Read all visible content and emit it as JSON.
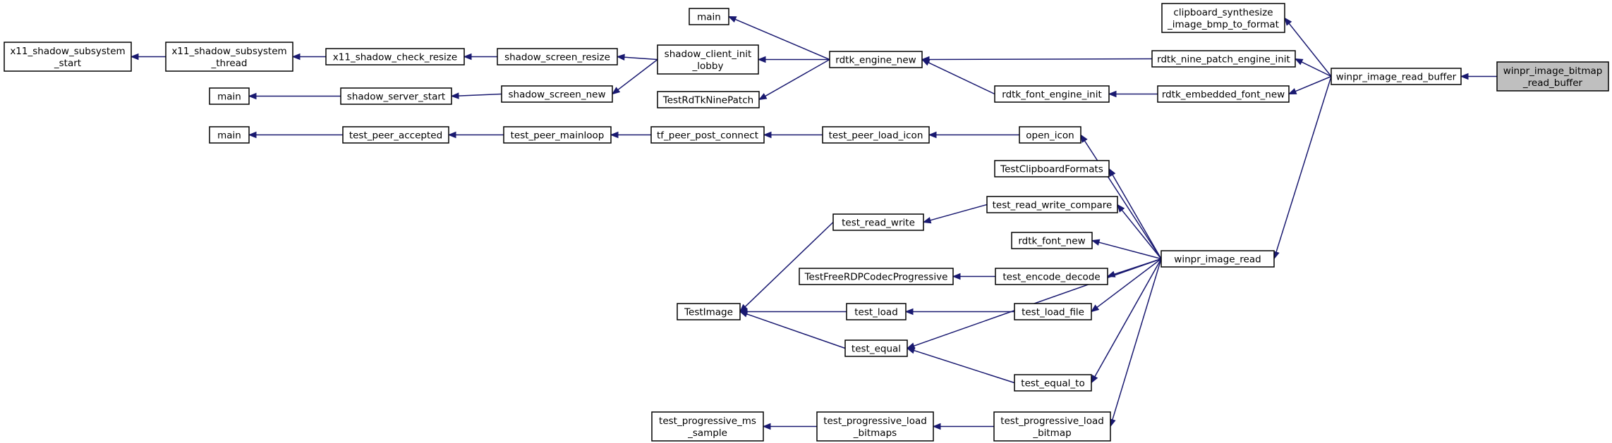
{
  "nodes": [
    {
      "id": "winpr_image_bitmap_read_buffer",
      "lines": [
        "winpr_image_bitmap",
        "_read_buffer"
      ],
      "root": true
    },
    {
      "id": "winpr_image_read_buffer",
      "lines": [
        "winpr_image_read_buffer"
      ]
    },
    {
      "id": "clipboard_synthesize_image_bmp_to_format",
      "lines": [
        "clipboard_synthesize",
        "_image_bmp_to_format"
      ]
    },
    {
      "id": "rdtk_nine_patch_engine_init",
      "lines": [
        "rdtk_nine_patch_engine_init"
      ]
    },
    {
      "id": "rdtk_embedded_font_new",
      "lines": [
        "rdtk_embedded_font_new"
      ]
    },
    {
      "id": "winpr_image_read",
      "lines": [
        "winpr_image_read"
      ]
    },
    {
      "id": "rdtk_engine_new",
      "lines": [
        "rdtk_engine_new"
      ]
    },
    {
      "id": "rdtk_font_engine_init",
      "lines": [
        "rdtk_font_engine_init"
      ]
    },
    {
      "id": "main_1",
      "lines": [
        "main"
      ]
    },
    {
      "id": "shadow_client_init_lobby",
      "lines": [
        "shadow_client_init",
        "_lobby"
      ]
    },
    {
      "id": "TestRdTkNinePatch",
      "lines": [
        "TestRdTkNinePatch"
      ]
    },
    {
      "id": "shadow_screen_resize",
      "lines": [
        "shadow_screen_resize"
      ]
    },
    {
      "id": "shadow_screen_new",
      "lines": [
        "shadow_screen_new"
      ]
    },
    {
      "id": "x11_shadow_check_resize",
      "lines": [
        "x11_shadow_check_resize"
      ]
    },
    {
      "id": "x11_shadow_subsystem_thread",
      "lines": [
        "x11_shadow_subsystem",
        "_thread"
      ]
    },
    {
      "id": "x11_shadow_subsystem_start",
      "lines": [
        "x11_shadow_subsystem",
        "_start"
      ]
    },
    {
      "id": "shadow_server_start",
      "lines": [
        "shadow_server_start"
      ]
    },
    {
      "id": "main_2",
      "lines": [
        "main"
      ]
    },
    {
      "id": "open_icon",
      "lines": [
        "open_icon"
      ]
    },
    {
      "id": "test_peer_load_icon",
      "lines": [
        "test_peer_load_icon"
      ]
    },
    {
      "id": "tf_peer_post_connect",
      "lines": [
        "tf_peer_post_connect"
      ]
    },
    {
      "id": "test_peer_mainloop",
      "lines": [
        "test_peer_mainloop"
      ]
    },
    {
      "id": "test_peer_accepted",
      "lines": [
        "test_peer_accepted"
      ]
    },
    {
      "id": "main_3",
      "lines": [
        "main"
      ]
    },
    {
      "id": "TestClipboardFormats",
      "lines": [
        "TestClipboardFormats"
      ]
    },
    {
      "id": "test_read_write_compare",
      "lines": [
        "test_read_write_compare"
      ]
    },
    {
      "id": "test_read_write",
      "lines": [
        "test_read_write"
      ]
    },
    {
      "id": "rdtk_font_new",
      "lines": [
        "rdtk_font_new"
      ]
    },
    {
      "id": "test_encode_decode",
      "lines": [
        "test_encode_decode"
      ]
    },
    {
      "id": "TestFreeRDPCodecProgressive",
      "lines": [
        "TestFreeRDPCodecProgressive"
      ]
    },
    {
      "id": "test_load_file",
      "lines": [
        "test_load_file"
      ]
    },
    {
      "id": "test_load",
      "lines": [
        "test_load"
      ]
    },
    {
      "id": "TestImage",
      "lines": [
        "TestImage"
      ]
    },
    {
      "id": "test_equal",
      "lines": [
        "test_equal"
      ]
    },
    {
      "id": "test_equal_to",
      "lines": [
        "test_equal_to"
      ]
    },
    {
      "id": "test_progressive_load_bitmap",
      "lines": [
        "test_progressive_load",
        "_bitmap"
      ]
    },
    {
      "id": "test_progressive_load_bitmaps",
      "lines": [
        "test_progressive_load",
        "_bitmaps"
      ]
    },
    {
      "id": "test_progressive_ms_sample",
      "lines": [
        "test_progressive_ms",
        "_sample"
      ]
    }
  ],
  "edges": [
    {
      "from": "winpr_image_read_buffer",
      "to": "winpr_image_bitmap_read_buffer"
    },
    {
      "from": "clipboard_synthesize_image_bmp_to_format",
      "to": "winpr_image_read_buffer"
    },
    {
      "from": "rdtk_nine_patch_engine_init",
      "to": "winpr_image_read_buffer"
    },
    {
      "from": "rdtk_embedded_font_new",
      "to": "winpr_image_read_buffer"
    },
    {
      "from": "winpr_image_read",
      "to": "winpr_image_read_buffer"
    },
    {
      "from": "rdtk_engine_new",
      "to": "rdtk_nine_patch_engine_init"
    },
    {
      "from": "rdtk_font_engine_init",
      "to": "rdtk_embedded_font_new"
    },
    {
      "from": "rdtk_engine_new",
      "to": "rdtk_font_engine_init"
    },
    {
      "from": "main_1",
      "to": "rdtk_engine_new"
    },
    {
      "from": "shadow_client_init_lobby",
      "to": "rdtk_engine_new"
    },
    {
      "from": "TestRdTkNinePatch",
      "to": "rdtk_engine_new"
    },
    {
      "from": "shadow_screen_resize",
      "to": "shadow_client_init_lobby"
    },
    {
      "from": "shadow_screen_new",
      "to": "shadow_client_init_lobby"
    },
    {
      "from": "x11_shadow_check_resize",
      "to": "shadow_screen_resize"
    },
    {
      "from": "x11_shadow_subsystem_thread",
      "to": "x11_shadow_check_resize"
    },
    {
      "from": "x11_shadow_subsystem_start",
      "to": "x11_shadow_subsystem_thread"
    },
    {
      "from": "shadow_server_start",
      "to": "shadow_screen_new"
    },
    {
      "from": "main_2",
      "to": "shadow_server_start"
    },
    {
      "from": "open_icon",
      "to": "winpr_image_read"
    },
    {
      "from": "test_peer_load_icon",
      "to": "open_icon"
    },
    {
      "from": "tf_peer_post_connect",
      "to": "test_peer_load_icon"
    },
    {
      "from": "test_peer_mainloop",
      "to": "tf_peer_post_connect"
    },
    {
      "from": "test_peer_accepted",
      "to": "test_peer_mainloop"
    },
    {
      "from": "main_3",
      "to": "test_peer_accepted"
    },
    {
      "from": "TestClipboardFormats",
      "to": "winpr_image_read"
    },
    {
      "from": "test_read_write_compare",
      "to": "winpr_image_read"
    },
    {
      "from": "test_read_write",
      "to": "test_read_write_compare"
    },
    {
      "from": "TestImage",
      "to": "test_read_write"
    },
    {
      "from": "rdtk_font_new",
      "to": "winpr_image_read"
    },
    {
      "from": "test_encode_decode",
      "to": "winpr_image_read"
    },
    {
      "from": "TestFreeRDPCodecProgressive",
      "to": "test_encode_decode"
    },
    {
      "from": "test_load_file",
      "to": "winpr_image_read"
    },
    {
      "from": "test_load",
      "to": "test_load_file"
    },
    {
      "from": "TestImage",
      "to": "test_load"
    },
    {
      "from": "test_equal",
      "to": "winpr_image_read"
    },
    {
      "from": "TestImage",
      "to": "test_equal"
    },
    {
      "from": "test_equal",
      "to": "test_equal_to"
    },
    {
      "from": "test_equal_to",
      "to": "winpr_image_read"
    },
    {
      "from": "test_progressive_load_bitmap",
      "to": "winpr_image_read"
    },
    {
      "from": "test_progressive_load_bitmaps",
      "to": "test_progressive_load_bitmap"
    },
    {
      "from": "test_progressive_ms_sample",
      "to": "test_progressive_load_bitmaps"
    }
  ]
}
